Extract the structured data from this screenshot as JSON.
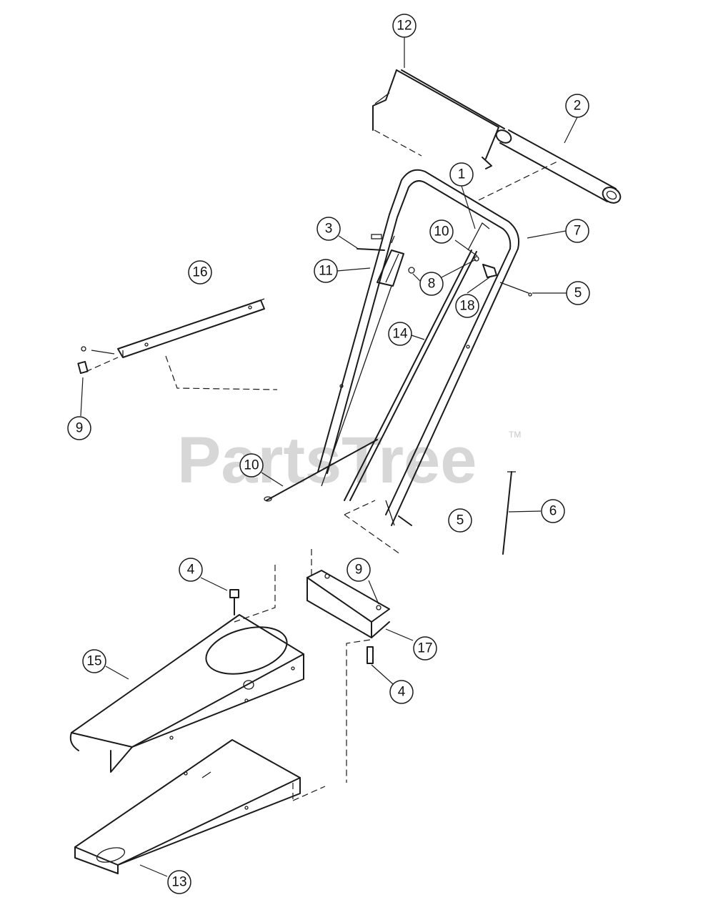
{
  "watermark": {
    "text": "PartsTree",
    "trademark": "TM"
  },
  "callouts": [
    {
      "id": "c12",
      "label": "12"
    },
    {
      "id": "c2",
      "label": "2"
    },
    {
      "id": "c1",
      "label": "1"
    },
    {
      "id": "c7",
      "label": "7"
    },
    {
      "id": "c3",
      "label": "3"
    },
    {
      "id": "c10a",
      "label": "10"
    },
    {
      "id": "c16",
      "label": "16"
    },
    {
      "id": "c11",
      "label": "11"
    },
    {
      "id": "c8",
      "label": "8"
    },
    {
      "id": "c5a",
      "label": "5"
    },
    {
      "id": "c18",
      "label": "18"
    },
    {
      "id": "c14",
      "label": "14"
    },
    {
      "id": "c9a",
      "label": "9"
    },
    {
      "id": "c10b",
      "label": "10"
    },
    {
      "id": "c5b",
      "label": "5"
    },
    {
      "id": "c6",
      "label": "6"
    },
    {
      "id": "c4a",
      "label": "4"
    },
    {
      "id": "c9b",
      "label": "9"
    },
    {
      "id": "c15",
      "label": "15"
    },
    {
      "id": "c17",
      "label": "17"
    },
    {
      "id": "c4b",
      "label": "4"
    },
    {
      "id": "c13",
      "label": "13"
    }
  ]
}
